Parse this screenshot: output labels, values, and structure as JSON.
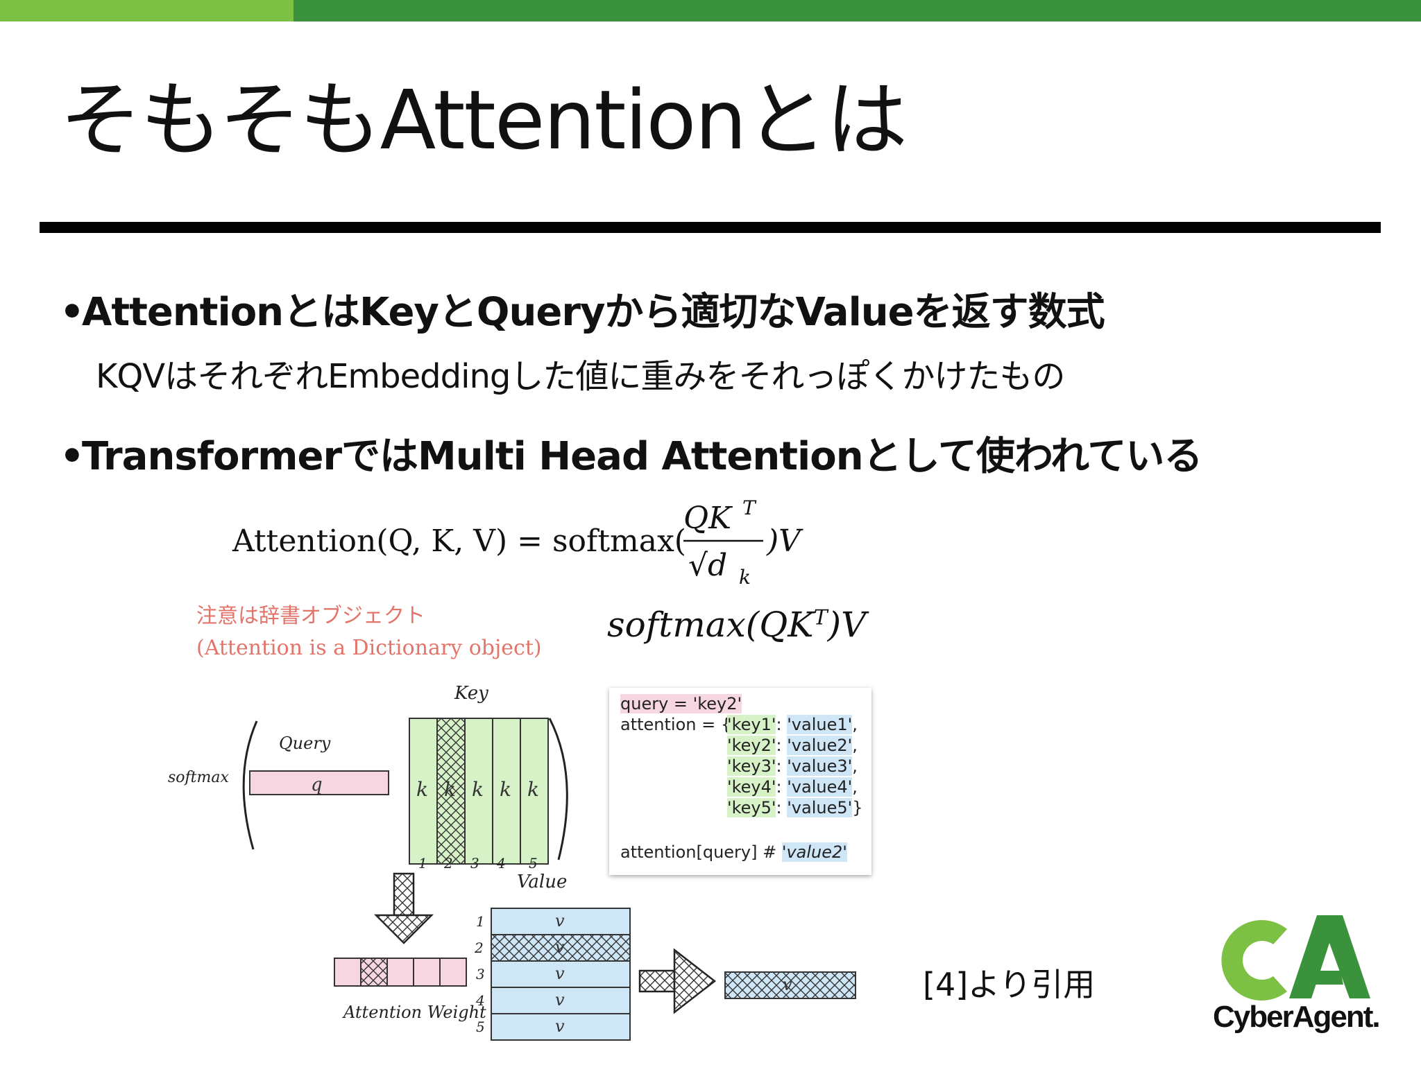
{
  "slide": {
    "title": "そもそもAttentionとは",
    "bullets": [
      {
        "bullet": "•",
        "text": "AttentionとはKeyとQueryから適切なValueを返す数式"
      },
      {
        "bullet": "•",
        "text": "TransformerではMulti Head Attentionとして使われている"
      }
    ],
    "sub_text": "KQVはそれぞれEmbeddingした値に重みをそれっぽくかけたもの",
    "citation": "[4]より引用"
  },
  "formula": {
    "lhs": "Attention(Q, K, V) = softmax(",
    "numerator": "QK",
    "numerator_sup": "T",
    "denominator": "√d",
    "denominator_sub": "k",
    "rhs": ")V"
  },
  "figure": {
    "caption_jp": "注意は辞書オブジェクト",
    "caption_en": "(Attention is a Dictionary object)",
    "softmax_expr": "softmax(QK",
    "softmax_sup": "T",
    "softmax_tail": ")V",
    "labels": {
      "softmax": "softmax",
      "query": "Query",
      "q": "q",
      "key": "Key",
      "k": "k",
      "value": "Value",
      "v": "v",
      "weight": "Attention Weight",
      "key_numbers": [
        "1",
        "2",
        "3",
        "4",
        "5"
      ],
      "value_numbers": [
        "1",
        "2",
        "3",
        "4",
        "5"
      ]
    }
  },
  "code": {
    "query_line": "query = 'key2'",
    "attention_prefix": "attention = {",
    "entries": [
      {
        "key": "'key1'",
        "value": "'value1'",
        "end": ","
      },
      {
        "key": "'key2'",
        "value": "'value2'",
        "end": ","
      },
      {
        "key": "'key3'",
        "value": "'value3'",
        "end": ","
      },
      {
        "key": "'key4'",
        "value": "'value4'",
        "end": ","
      },
      {
        "key": "'key5'",
        "value": "'value5'",
        "end": "}"
      }
    ],
    "lookup": "attention[query]",
    "comment_hash": "#",
    "comment_value": "'value2'"
  },
  "logo": {
    "text": "CyberAgent.",
    "mark": "CA",
    "colors": {
      "green": "#7cc143",
      "dark_green": "#3a923d"
    }
  },
  "colors": {
    "topbar_light": "#7cc143",
    "topbar_dark": "#3a923d",
    "key_green": "#d8f2c8",
    "value_blue": "#cfe6f7",
    "query_pink": "#f6d6e0",
    "caption_red": "#e3746a"
  }
}
